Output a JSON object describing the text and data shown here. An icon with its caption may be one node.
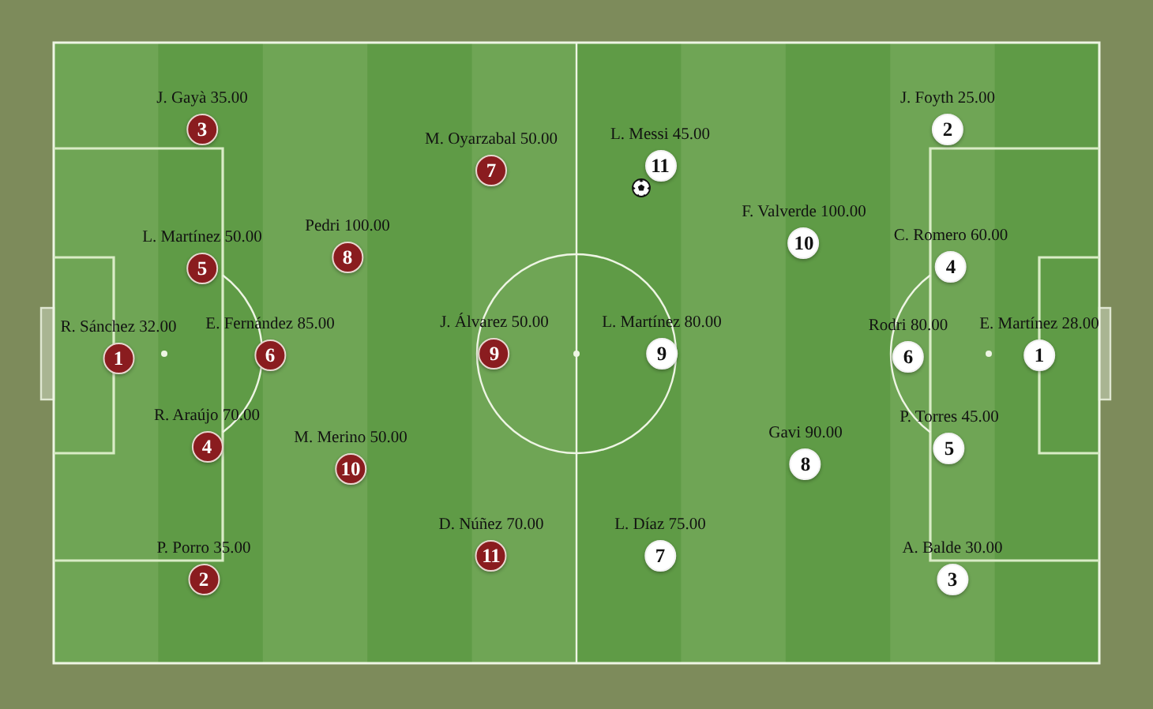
{
  "diagram": {
    "nodes": [
      {
        "text": [
          "R. Sánchez 32.00",
          "1"
        ]
      },
      {
        "text": [
          "J. Gayà 35.00",
          "3"
        ]
      },
      {
        "text": [
          "L. Martínez 50.00",
          "5"
        ]
      },
      {
        "text": [
          "R. Araújo 70.00",
          "4"
        ]
      },
      {
        "text": [
          "P. Porro 35.00",
          "2"
        ]
      },
      {
        "text": [
          "E. Fernández 85.00",
          "6"
        ]
      },
      {
        "text": [
          "Pedri 100.00",
          "8"
        ]
      },
      {
        "text": [
          "M. Merino 50.00",
          "10"
        ]
      },
      {
        "text": [
          "M. Oyarzabal 50.00",
          "7"
        ]
      },
      {
        "text": [
          "J. Álvarez 50.00",
          "9"
        ]
      },
      {
        "text": [
          "D. Núñez 70.00",
          "11"
        ]
      },
      {
        "text": [
          "L. Messi 45.00",
          "11"
        ]
      },
      {
        "text": [
          "L. Martínez 80.00",
          "9"
        ]
      },
      {
        "text": [
          "L. Díaz 75.00",
          "7"
        ]
      },
      {
        "text": [
          "F. Valverde 100.00",
          "10"
        ]
      },
      {
        "text": [
          "Gavi 90.00",
          "8"
        ]
      },
      {
        "text": [
          "J. Foyth 25.00",
          "2"
        ]
      },
      {
        "text": [
          "C. Romero 60.00",
          "4"
        ]
      },
      {
        "text": [
          "P. Torres 45.00",
          "5"
        ]
      },
      {
        "text": [
          "A. Balde 30.00",
          "3"
        ]
      },
      {
        "text": [
          "Rodri 80.00",
          "6"
        ]
      },
      {
        "text": [
          "E. Martínez 28.00",
          "1"
        ]
      }
    ]
  }
}
